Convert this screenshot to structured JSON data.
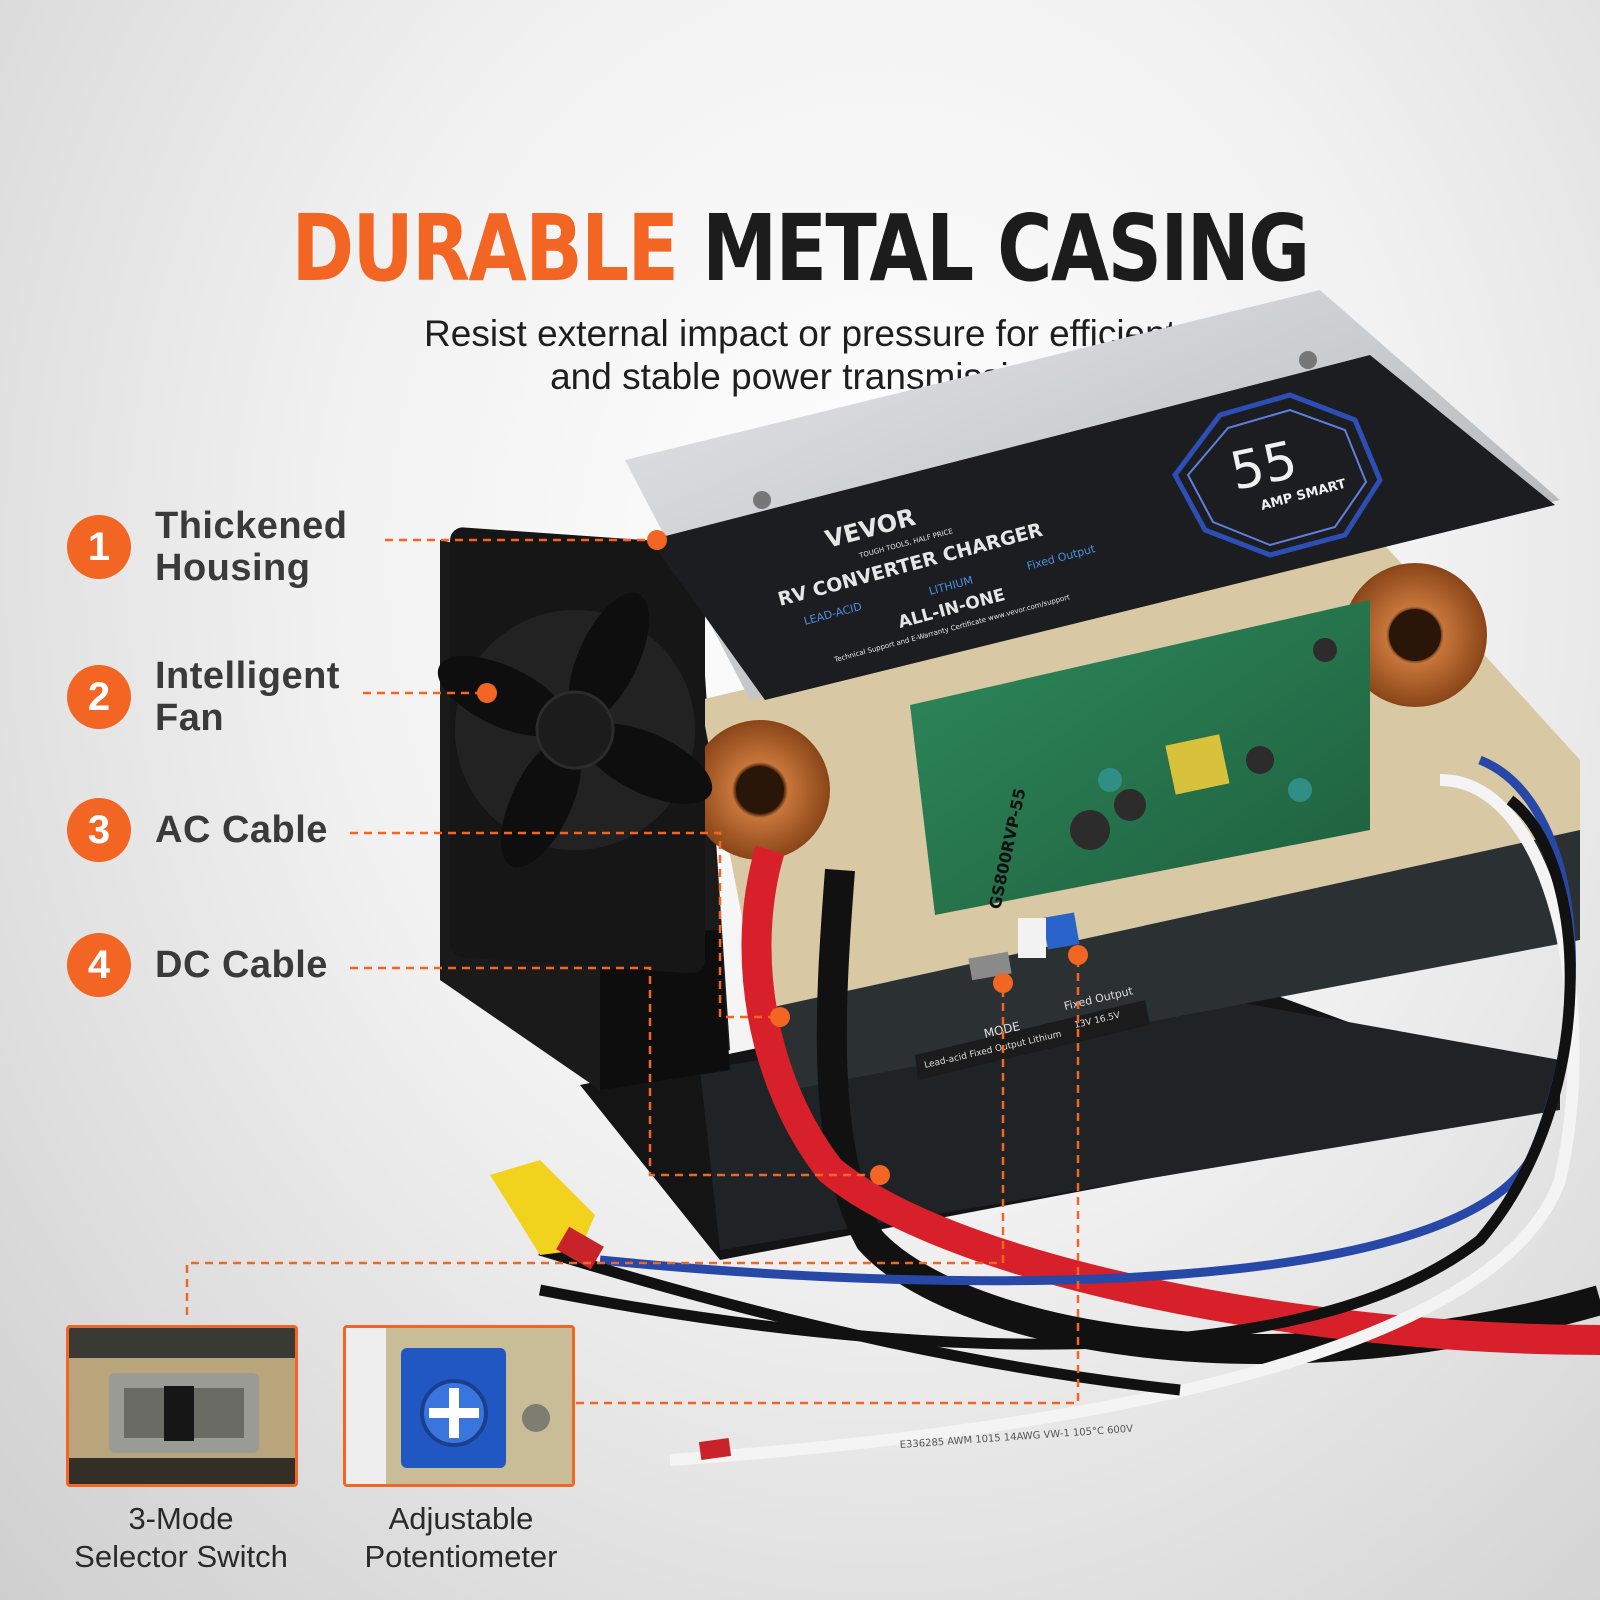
{
  "headline": {
    "accent": "DURABLE",
    "rest": "METAL CASING"
  },
  "subline": [
    "Resist external impact or pressure for efficient",
    "and stable power transmission"
  ],
  "features": [
    {
      "number": "1",
      "label_lines": [
        "Thickened",
        "Housing"
      ]
    },
    {
      "number": "2",
      "label_lines": [
        "Intelligent",
        "Fan"
      ]
    },
    {
      "number": "3",
      "label_lines": [
        "AC Cable"
      ]
    },
    {
      "number": "4",
      "label_lines": [
        "DC Cable"
      ]
    }
  ],
  "label_plate": {
    "brand": "VEVOR",
    "brand_tagline": "TOUGH TOOLS, HALF PRICE",
    "product": "RV CONVERTER CHARGER",
    "modes": [
      "LEAD-ACID",
      "LITHIUM",
      "Fixed Output"
    ],
    "allinone": "ALL-IN-ONE",
    "support": "Technical Support and E-Warranty Certificate www.vevor.com/support",
    "amp_number": "55",
    "amp_label": "AMP SMART"
  },
  "board_text": {
    "model": "GS800RVP-55",
    "mode_title": "MODE",
    "mode_options": "Lead-acid  Fixed Output  Lithium",
    "fixed_output": "Fixed Output",
    "fixed_range": "13V  16.5V",
    "cable_print_1": "E336285 AWM 1015 14AWG VW-1 105°C 600V"
  },
  "insets": [
    {
      "caption_lines": [
        "3-Mode",
        "Selector Switch"
      ]
    },
    {
      "caption_lines": [
        "Adjustable",
        "Potentiometer"
      ]
    }
  ],
  "colors": {
    "accent": "#f26522",
    "dark_text": "#1c1c1c",
    "label_text": "#3a3a3a"
  }
}
